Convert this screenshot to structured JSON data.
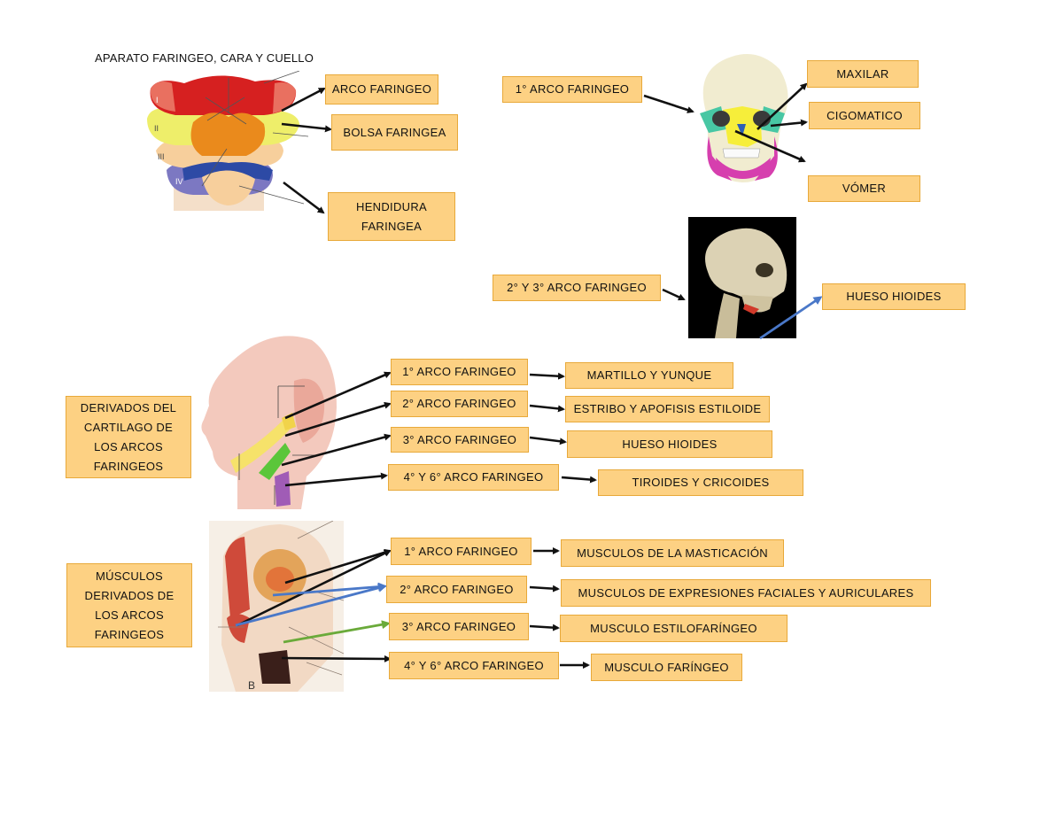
{
  "title": "APARATO FARINGEO, CARA Y CUELLO",
  "section1": {
    "arco": "ARCO FARINGEO",
    "bolsa": "BOLSA FARINGEA",
    "hendidura": "HENDIDURA FARINGEA",
    "roman": [
      "I",
      "II",
      "III",
      "IV"
    ]
  },
  "section2": {
    "arco1": "1° ARCO FARINGEO",
    "maxilar": "MAXILAR",
    "cigomatico": "CIGOMATICO",
    "vomer": "VÓMER"
  },
  "section3": {
    "arco23": "2° Y 3° ARCO FARINGEO",
    "hioides": "HUESO HIOIDES"
  },
  "section4": {
    "label": "DERIVADOS DEL CARTILAGO DE LOS ARCOS FARINGEOS",
    "rows": [
      {
        "arch": "1° ARCO FARINGEO",
        "derivative": "MARTILLO Y YUNQUE"
      },
      {
        "arch": "2° ARCO FARINGEO",
        "derivative": "ESTRIBO Y APOFISIS ESTILOIDE"
      },
      {
        "arch": "3° ARCO FARINGEO",
        "derivative": "HUESO HIOIDES"
      },
      {
        "arch": "4° Y 6° ARCO FARINGEO",
        "derivative": "TIROIDES Y CRICOIDES"
      }
    ]
  },
  "section5": {
    "label": "MÚSCULOS DERIVADOS DE LOS ARCOS FARINGEOS",
    "rows": [
      {
        "arch": "1° ARCO FARINGEO",
        "derivative": "MUSCULOS DE LA MASTICACIÓN"
      },
      {
        "arch": "2° ARCO FARINGEO",
        "derivative": "MUSCULOS DE EXPRESIONES FACIALES Y AURICULARES"
      },
      {
        "arch": "3° ARCO FARINGEO",
        "derivative": "MUSCULO ESTILOFARÍNGEO"
      },
      {
        "arch": "4° Y 6° ARCO FARINGEO",
        "derivative": "MUSCULO FARÍNGEO"
      }
    ],
    "figure_letter": "B"
  },
  "colors": {
    "box_fill": "#fdd183",
    "box_border": "#e8a93a",
    "arrow_black": "#111111",
    "arrow_blue": "#4a78c8",
    "arrow_green": "#6aaa3a"
  }
}
